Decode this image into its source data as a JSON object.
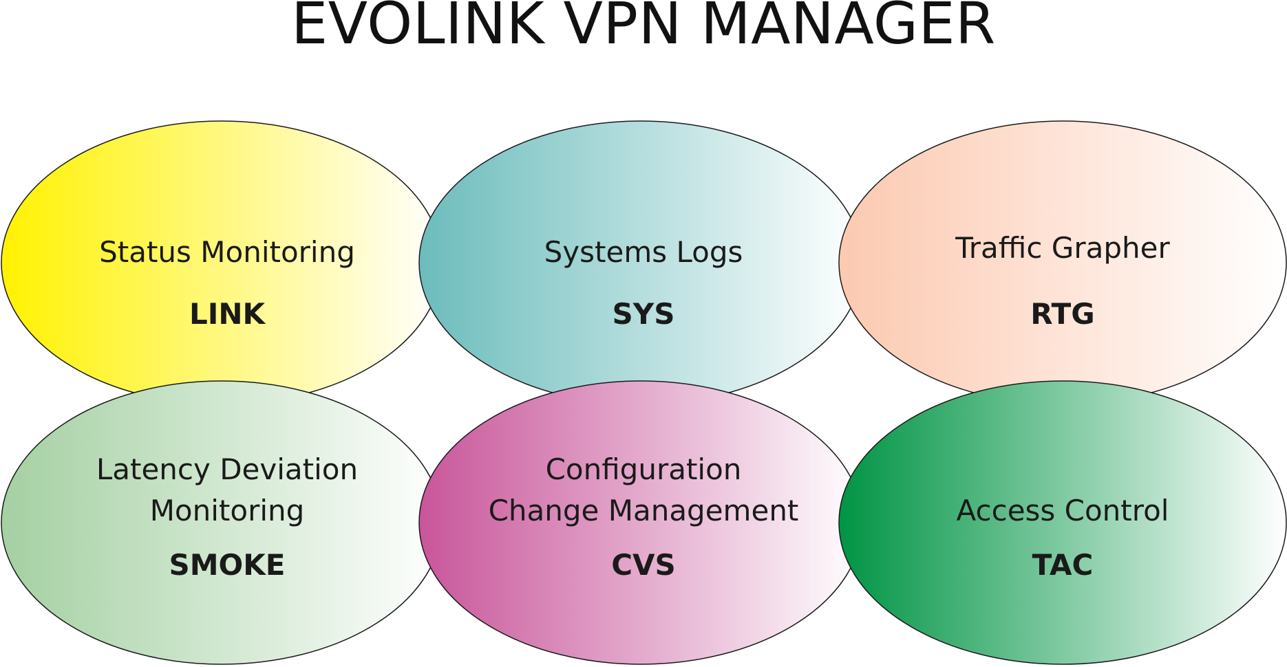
{
  "title": "EVOLINK VPN MANAGER",
  "modules": [
    {
      "name_lines": [
        "Status Monitoring"
      ],
      "code": "LINK",
      "color_start": "#fff200",
      "color_end": "#ffffff"
    },
    {
      "name_lines": [
        "Systems Logs"
      ],
      "code": "SYS",
      "color_start": "#6cbcbc",
      "color_end": "#ffffff"
    },
    {
      "name_lines": [
        "Traffic Grapher"
      ],
      "code": "RTG",
      "color_start": "#fcc9b0",
      "color_end": "#ffffff"
    },
    {
      "name_lines": [
        "Latency Deviation",
        "Monitoring"
      ],
      "code": "SMOKE",
      "color_start": "#a4d0a2",
      "color_end": "#ffffff"
    },
    {
      "name_lines": [
        "Configuration",
        "Change Management"
      ],
      "code": "CVS",
      "color_start": "#c8559a",
      "color_end": "#ffffff"
    },
    {
      "name_lines": [
        "Access Control"
      ],
      "code": "TAC",
      "color_start": "#009444",
      "color_end": "#ffffff"
    }
  ]
}
